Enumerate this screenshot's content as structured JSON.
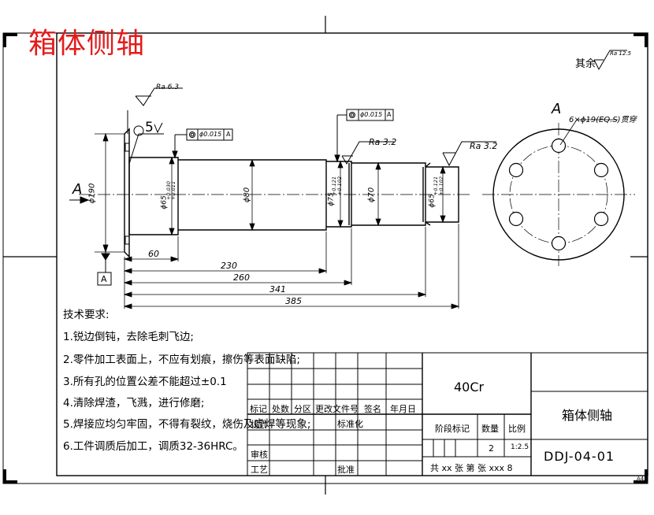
{
  "title_overlay": "箱体侧轴",
  "surface_general": {
    "prefix": "其余",
    "value": "Ra 12.5"
  },
  "roughness": {
    "end_face": "Ra 6.3",
    "shoulder1": "Ra 3.2",
    "shoulder2": "Ra 3.2",
    "chamfer_value": "5"
  },
  "tolerance_frames": {
    "left": {
      "value": "ϕ0.015",
      "datum": "A"
    },
    "right": {
      "value": "ϕ0.015",
      "datum": "A"
    }
  },
  "datum": {
    "view_letter": "A",
    "section_letter": "A",
    "datum_box": "A"
  },
  "dimensions": {
    "overall_dia": "ϕ190",
    "d1": "ϕ65",
    "d1_tol_upper": "+0.030",
    "d1_tol_lower": "+0.011",
    "d2": "ϕ80",
    "d3": "ϕ75",
    "d3_tol_upper": "+0.121",
    "d3_tol_lower": "+0.102",
    "d4": "ϕ70",
    "d5": "ϕ65",
    "d5_tol_upper": "+0.121",
    "d5_tol_lower": "+0.102",
    "len_60": "60",
    "len_230": "230",
    "len_260": "260",
    "len_341": "341",
    "len_385": "385"
  },
  "holes_note": "6×ϕ19(EQ.S)贯穿",
  "tech_requirements": {
    "heading": "技术要求:",
    "items": [
      "1.锐边倒钝，去除毛刺飞边;",
      "2.零件加工表面上，不应有划痕，擦伤等表面缺陷;",
      "3.所有孔的位置公差不能超过±0.1",
      "4.清除焊渣，飞溅，进行修磨;",
      "5.焊接应均匀牢固，不得有裂纹，烧伤及虚焊等现象;",
      "6.工件调质后加工，调质32-36HRC。"
    ]
  },
  "title_block": {
    "material": "40Cr",
    "part_name": "箱体侧轴",
    "drawing_no": "DDJ-04-01",
    "rev_headers": [
      "标记",
      "处数",
      "分区",
      "更改文件号",
      "签名",
      "年月日"
    ],
    "design": "设计",
    "standardize": "标准化",
    "review": "审核",
    "process": "工艺",
    "approve": "批准",
    "stage_mark": "阶段标记",
    "quantity_label": "数量",
    "scale_label": "比例",
    "quantity": "2",
    "scale": "1:2.5",
    "sheet_info": "共 xx 张  第  张 xxx 8"
  },
  "sheet_size": "A4"
}
